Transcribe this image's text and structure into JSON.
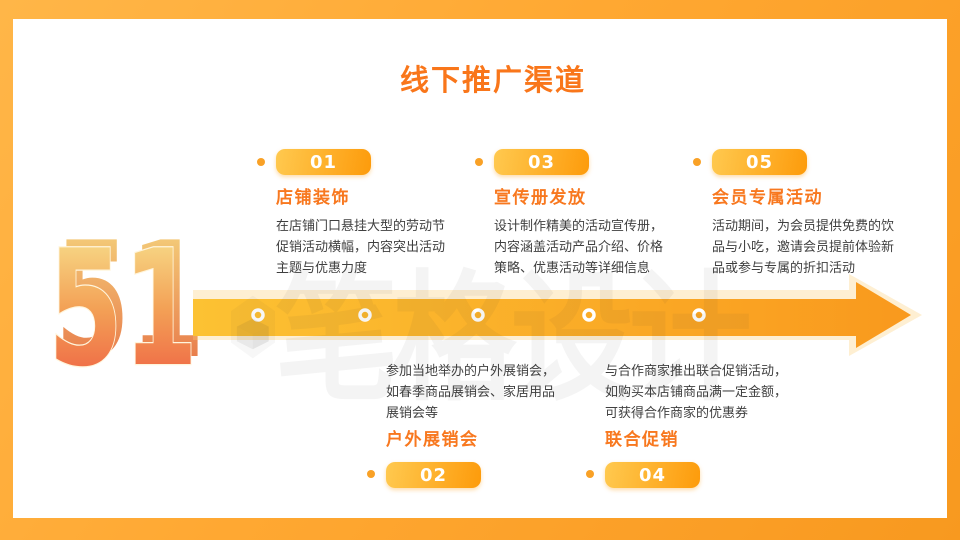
{
  "title": "线下推广渠道",
  "decoration": {
    "big_number": "51"
  },
  "watermark": {
    "text": "笔格设计"
  },
  "items": [
    {
      "number": "01",
      "heading": "店铺装饰",
      "description": "在店铺门口悬挂大型的劳动节促销活动横幅，内容突出活动主题与优惠力度"
    },
    {
      "number": "02",
      "heading": "户外展销会",
      "description": "参加当地举办的户外展销会，如春季商品展销会、家居用品展销会等"
    },
    {
      "number": "03",
      "heading": "宣传册发放",
      "description": "设计制作精美的活动宣传册，内容涵盖活动产品介绍、价格策略、优惠活动等详细信息"
    },
    {
      "number": "04",
      "heading": "联合促销",
      "description": "与合作商家推出联合促销活动，如购买本店铺商品满一定金额，可获得合作商家的优惠券"
    },
    {
      "number": "05",
      "heading": "会员专属活动",
      "description": "活动期间，为会员提供免费的饮品与小吃，邀请会员提前体验新品或参与专属的折扣活动"
    }
  ],
  "colors": {
    "border_gradient_start": "#FFB648",
    "border_gradient_end": "#F8991F",
    "badge_gradient_start": "#FFC94F",
    "badge_gradient_end": "#FD9B0B",
    "heading_orange": "#F8781F",
    "title_orange": "#F9761A",
    "body_text": "#3F3F3F",
    "arrow_gradient_start": "#FCC233",
    "arrow_gradient_end": "#F9991D",
    "bullet_dot": "#F9A126"
  }
}
